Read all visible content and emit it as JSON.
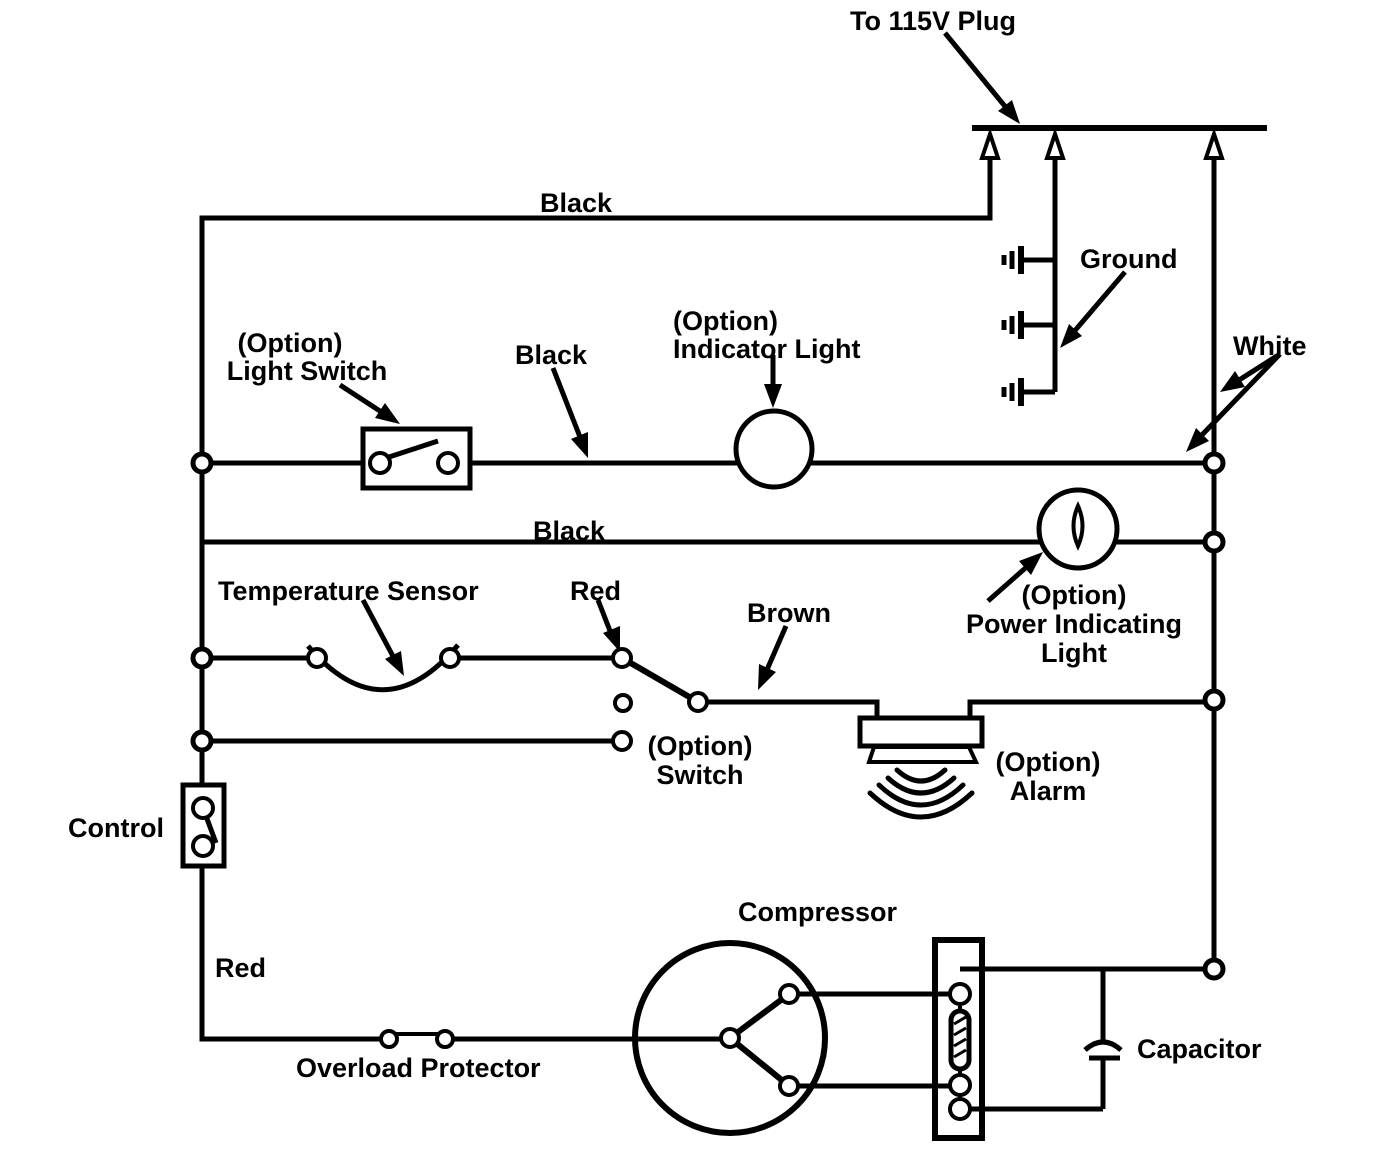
{
  "diagram": {
    "type": "wiring-schematic",
    "background": "#ffffff",
    "line_color": "#000000",
    "labels": {
      "to_plug": "To 115V Plug",
      "black_top": "Black",
      "ground": "Ground",
      "white": "White",
      "light_switch_1": "(Option)",
      "light_switch_2": "Light Switch",
      "black_mid": "Black",
      "indicator_1": "(Option)",
      "indicator_2": "Indicator Light",
      "black_lower": "Black",
      "temp_sensor": "Temperature Sensor",
      "red_mid": "Red",
      "brown": "Brown",
      "power_light_1": "(Option)",
      "power_light_2": "Power Indicating",
      "power_light_3": "Light",
      "option_switch_1": "(Option)",
      "option_switch_2": "Switch",
      "alarm_1": "(Option)",
      "alarm_2": "Alarm",
      "control": "Control",
      "red_bottom": "Red",
      "overload": "Overload Protector",
      "compressor": "Compressor",
      "capacitor": "Capacitor"
    },
    "wire_colors_referenced": [
      "Black",
      "White",
      "Red",
      "Brown"
    ],
    "components": [
      "115V plug bar with three wire arrows",
      "ground (3 earth symbols)",
      "optional light switch",
      "optional indicator light",
      "optional power indicating light",
      "temperature sensor",
      "optional switch",
      "optional alarm (sounder)",
      "control switch",
      "overload protector",
      "compressor motor (Y windings)",
      "start relay with PTC element",
      "run capacitor"
    ]
  }
}
